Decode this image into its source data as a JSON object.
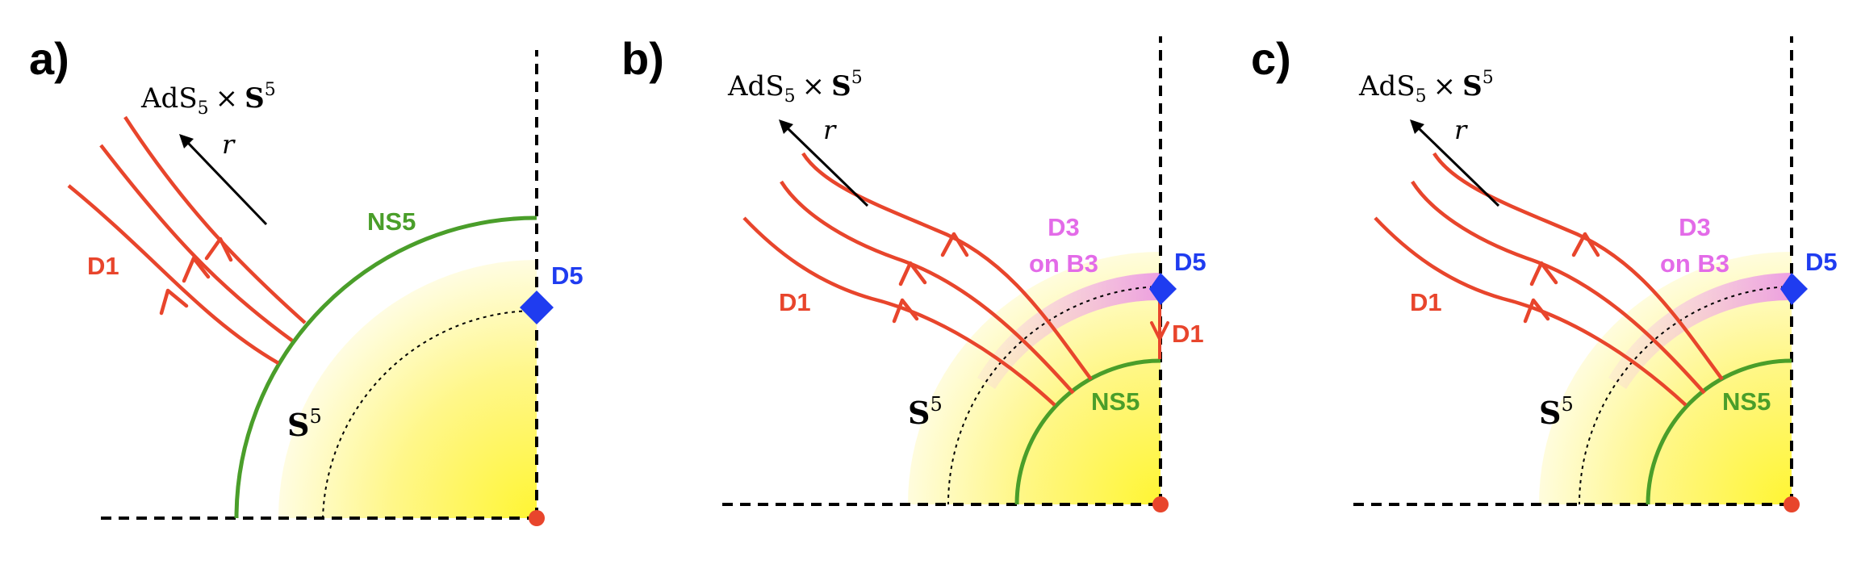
{
  "colors": {
    "d1": "#e8452c",
    "ns5": "#4a9e2a",
    "d5": "#1f3cf0",
    "d3": "#e36be8",
    "d3_band": "#f3b5f0",
    "origin": "#e8452c",
    "sphere_fill_inner": "#fff533",
    "sphere_fill_outer": "#fffbe0"
  },
  "panels": [
    {
      "letter": "a)",
      "ads_ads": "AdS",
      "ads_sub": "5",
      "ads_times": "×",
      "ads_s": "S",
      "ads_sup": "5",
      "r": "r",
      "d1": "D1",
      "ns5": "NS5",
      "d5": "D5",
      "s5_s": "S",
      "s5_sup": "5"
    },
    {
      "letter": "b)",
      "ads_ads": "AdS",
      "ads_sub": "5",
      "ads_times": "×",
      "ads_s": "S",
      "ads_sup": "5",
      "r": "r",
      "d1": "D1",
      "d1_right": "D1",
      "ns5": "NS5",
      "d5": "D5",
      "d3_line1": "D3",
      "d3_line2": "on B3",
      "s5_s": "S",
      "s5_sup": "5"
    },
    {
      "letter": "c)",
      "ads_ads": "AdS",
      "ads_sub": "5",
      "ads_times": "×",
      "ads_s": "S",
      "ads_sup": "5",
      "r": "r",
      "d1": "D1",
      "ns5": "NS5",
      "d5": "D5",
      "d3_line1": "D3",
      "d3_line2": "on B3",
      "s5_s": "S",
      "s5_sup": "5"
    }
  ]
}
